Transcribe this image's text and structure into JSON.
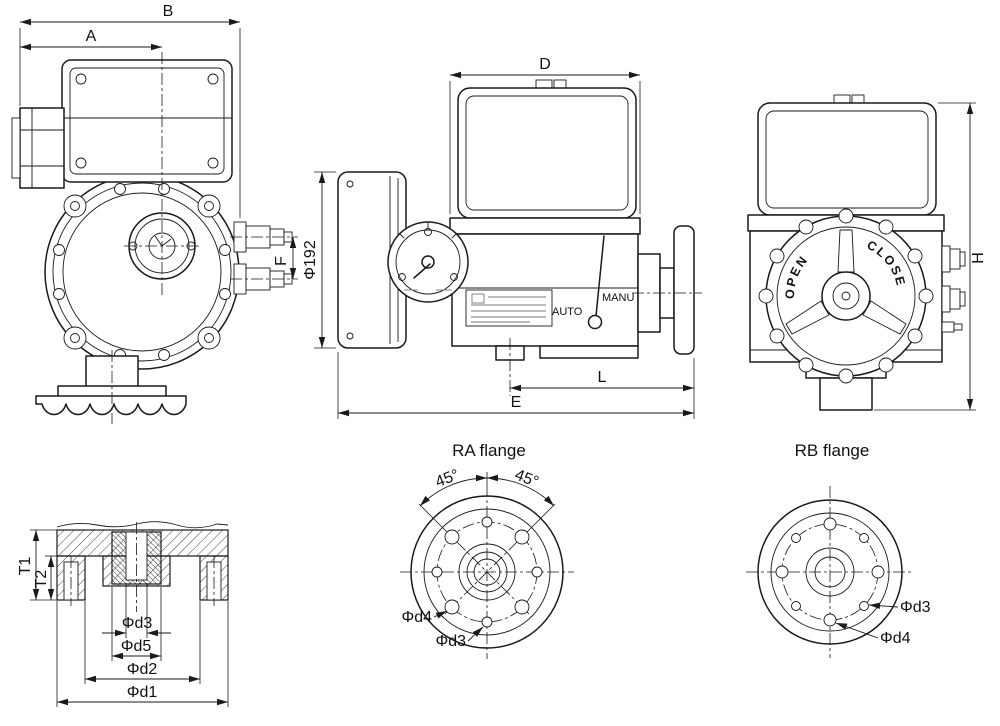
{
  "drawing": {
    "background": "#ffffff",
    "line_color": "#1a1a1a"
  },
  "front_view": {
    "dim_b": "B",
    "dim_a": "A",
    "dim_f": "F"
  },
  "side_view": {
    "dim_d": "D",
    "dim_diameter": "Φ192",
    "dim_l": "L",
    "dim_e": "E",
    "label_manu": "MANU",
    "label_auto": "AUTO"
  },
  "rear_view": {
    "dim_h": "H",
    "label_open": "OPEN",
    "label_close": "CLOSE"
  },
  "section_view": {
    "dim_t1": "T1",
    "dim_t2": "T2",
    "dim_d3": "Φd3",
    "dim_d5": "Φd5",
    "dim_d2": "Φd2",
    "dim_d1": "Φd1"
  },
  "ra_flange": {
    "title": "RA flange",
    "angle_left": "45°",
    "angle_right": "45°",
    "dim_d4": "Φd4",
    "dim_d3": "Φd3"
  },
  "rb_flange": {
    "title": "RB flange",
    "dim_d3": "Φd3",
    "dim_d4": "Φd4"
  }
}
